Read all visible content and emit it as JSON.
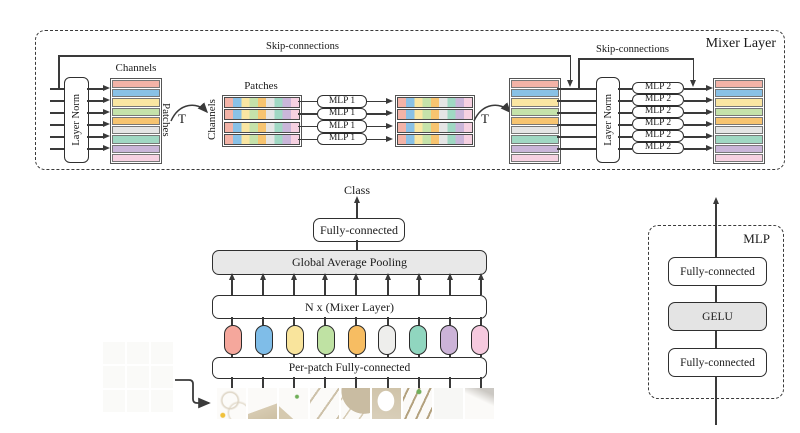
{
  "colors": {
    "line": "#3a3a3a",
    "box_gray": "#e8e8e8",
    "row_colors": [
      "#f3b3a7",
      "#89c1e6",
      "#fae6a2",
      "#c5e2aa",
      "#f7c470",
      "#e5e5e5",
      "#a0d8c3",
      "#cab6d9",
      "#f6d1e1"
    ],
    "token_colors": [
      "#f5a79c",
      "#7fbde8",
      "#f9e49c",
      "#bfe2a3",
      "#f7bd62",
      "#eeeeec",
      "#90d6bf",
      "#ccb3d8",
      "#f6c9de"
    ]
  },
  "mixer": {
    "title": "Mixer Layer",
    "skip_label_1": "Skip-connections",
    "skip_label_2": "Skip-connections",
    "layer_norm_1": "Layer Norm",
    "layer_norm_2": "Layer Norm",
    "grid1_top_label": "Channels",
    "grid1_side_label": "Patches",
    "grid2_top_label": "Patches",
    "grid2_side_label": "Channels",
    "transpose_1": "T",
    "transpose_2": "T",
    "mlp1_boxes": [
      "MLP 1",
      "MLP 1",
      "MLP 1",
      "MLP 1"
    ],
    "mlp2_boxes": [
      "MLP 2",
      "MLP 2",
      "MLP 2",
      "MLP 2",
      "MLP 2",
      "MLP 2"
    ]
  },
  "network": {
    "class_label": "Class",
    "fully_connected": "Fully-connected",
    "global_average_pooling": "Global Average Pooling",
    "mixer_layers": "N x (Mixer Layer)",
    "per_patch": "Per-patch Fully-connected"
  },
  "mlp_block": {
    "title": "MLP",
    "fc_top": "Fully-connected",
    "gelu": "GELU",
    "fc_bottom": "Fully-connected"
  }
}
